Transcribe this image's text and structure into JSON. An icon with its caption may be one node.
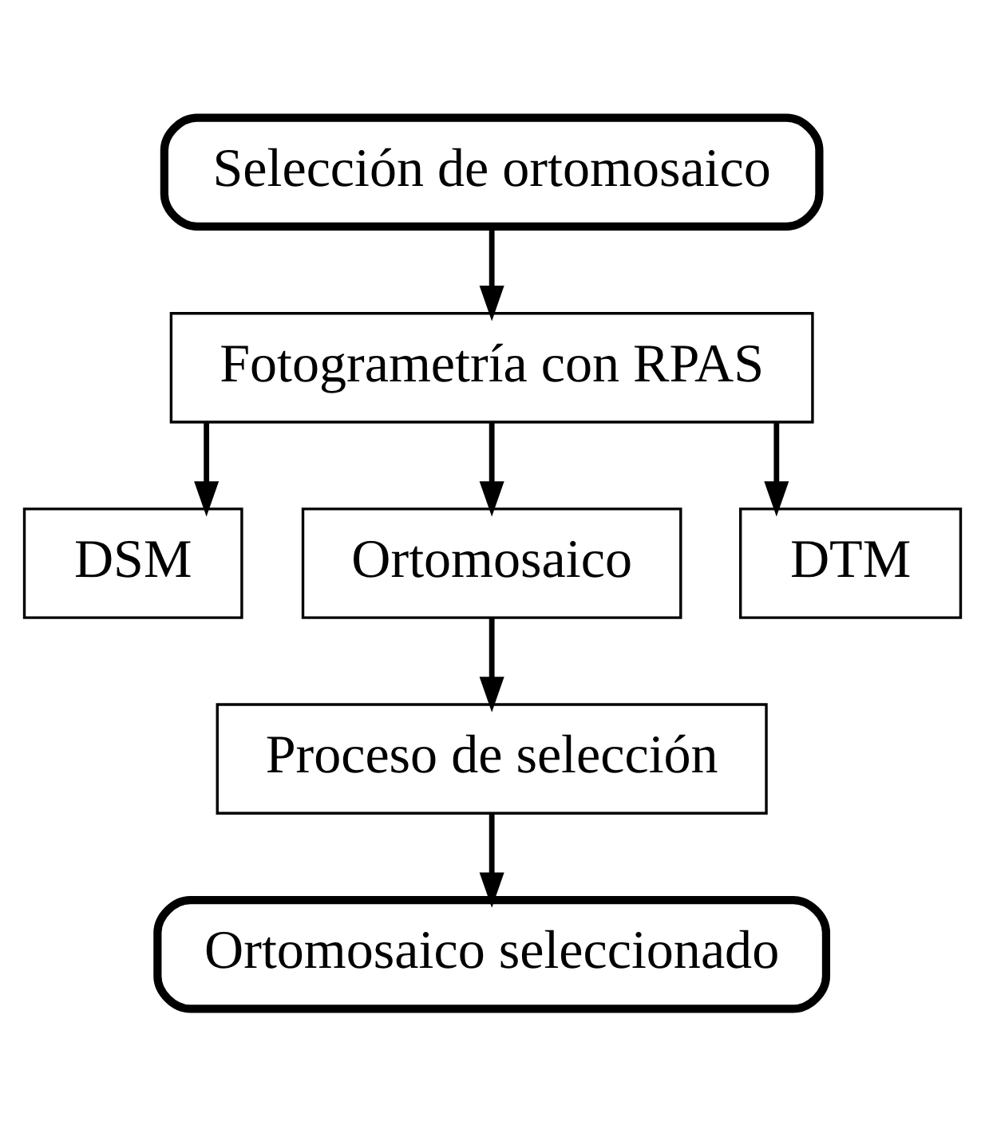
{
  "diagram": {
    "nodes": [
      {
        "text": [
          "Selección de ortomosaico"
        ]
      },
      {
        "text": [
          "Fotogrametría con RPAS"
        ]
      },
      {
        "text": [
          "DSM"
        ]
      },
      {
        "text": [
          "Ortomosaico"
        ]
      },
      {
        "text": [
          "DTM"
        ]
      },
      {
        "text": [
          "Proceso de selección"
        ]
      },
      {
        "text": [
          "Ortomosaico seleccionado"
        ]
      }
    ],
    "edges": [
      {
        "from": 0,
        "to": 1,
        "arrow": "to"
      },
      {
        "from": 1,
        "to": 2,
        "arrow": "to"
      },
      {
        "from": 1,
        "to": 3,
        "arrow": "to"
      },
      {
        "from": 1,
        "to": 4,
        "arrow": "to"
      },
      {
        "from": 3,
        "to": 5,
        "arrow": "to"
      },
      {
        "from": 5,
        "to": 6,
        "arrow": "to"
      }
    ]
  }
}
